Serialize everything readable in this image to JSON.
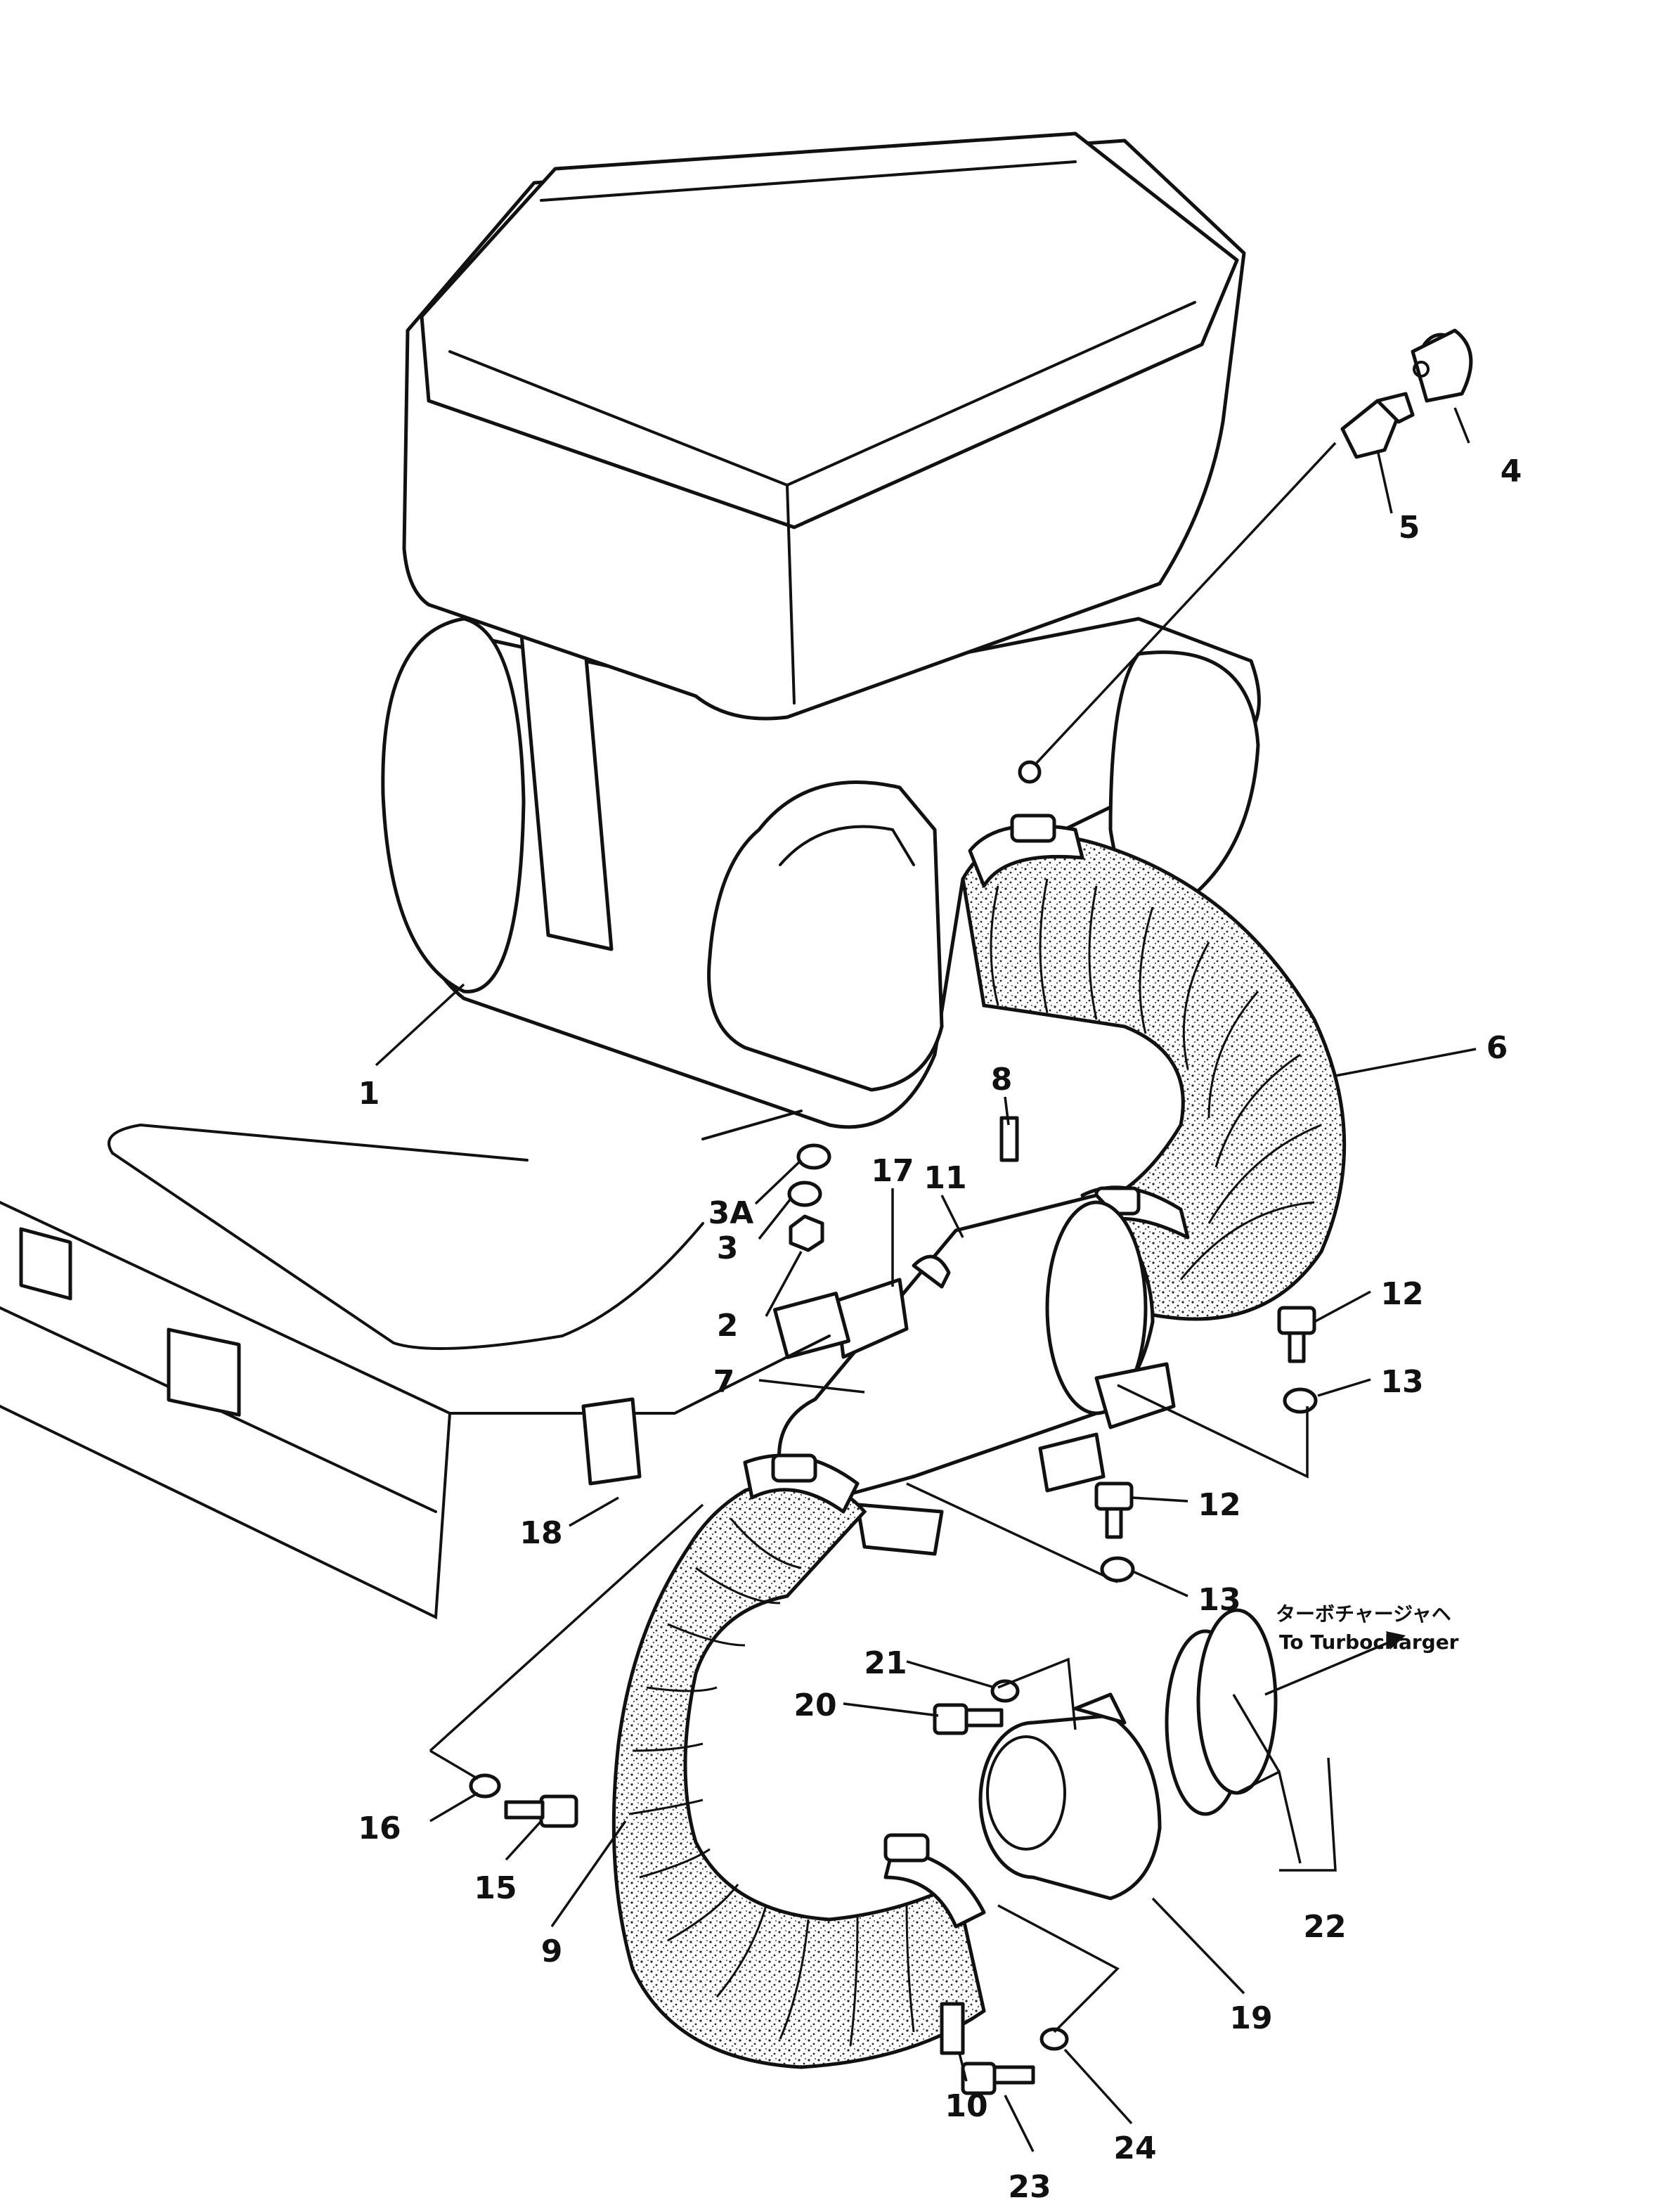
{
  "callouts": [
    {
      "id": "1",
      "text": "1"
    },
    {
      "id": "2",
      "text": "2"
    },
    {
      "id": "3",
      "text": "3"
    },
    {
      "id": "3A",
      "text": "3A"
    },
    {
      "id": "4",
      "text": "4"
    },
    {
      "id": "5",
      "text": "5"
    },
    {
      "id": "6",
      "text": "6"
    },
    {
      "id": "7",
      "text": "7"
    },
    {
      "id": "8",
      "text": "8"
    },
    {
      "id": "9",
      "text": "9"
    },
    {
      "id": "10",
      "text": "10"
    },
    {
      "id": "11",
      "text": "11"
    },
    {
      "id": "12a",
      "text": "12"
    },
    {
      "id": "12b",
      "text": "12"
    },
    {
      "id": "13a",
      "text": "13"
    },
    {
      "id": "13b",
      "text": "13"
    },
    {
      "id": "15",
      "text": "15"
    },
    {
      "id": "16",
      "text": "16"
    },
    {
      "id": "17",
      "text": "17"
    },
    {
      "id": "18",
      "text": "18"
    },
    {
      "id": "19",
      "text": "19"
    },
    {
      "id": "20",
      "text": "20"
    },
    {
      "id": "21",
      "text": "21"
    },
    {
      "id": "22",
      "text": "22"
    },
    {
      "id": "23",
      "text": "23"
    },
    {
      "id": "24",
      "text": "24"
    }
  ],
  "note": {
    "japanese": "ターボチャージャヘ",
    "english": "To Turbocharger"
  }
}
